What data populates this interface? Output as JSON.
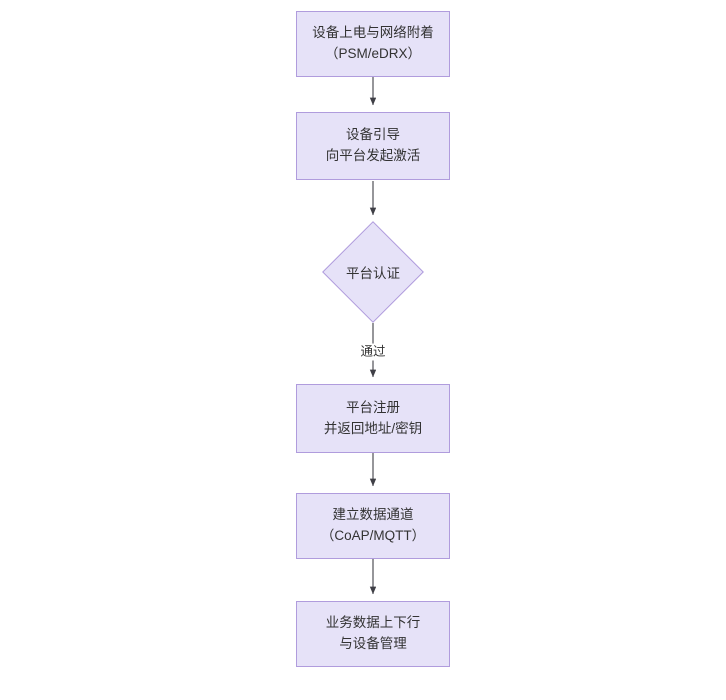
{
  "diagram": {
    "type": "flowchart",
    "orientation": "top-to-bottom",
    "background_color": "#ffffff",
    "node_fill_color": "#e6e2f8",
    "node_border_color": "#b09cdd",
    "text_color": "#333333",
    "edge_color": "#3f3f46",
    "nodes": [
      {
        "id": "n1",
        "shape": "rectangle",
        "lines": [
          "设备上电与网络附着",
          "（PSM/eDRX）"
        ]
      },
      {
        "id": "n2",
        "shape": "rectangle",
        "lines": [
          "设备引导",
          "向平台发起激活"
        ]
      },
      {
        "id": "n3",
        "shape": "diamond",
        "lines": [
          "平台认证"
        ]
      },
      {
        "id": "n4",
        "shape": "rectangle",
        "lines": [
          "平台注册",
          "并返回地址/密钥"
        ]
      },
      {
        "id": "n5",
        "shape": "rectangle",
        "lines": [
          "建立数据通道",
          "（CoAP/MQTT）"
        ]
      },
      {
        "id": "n6",
        "shape": "rectangle",
        "lines": [
          "业务数据上下行",
          "与设备管理"
        ]
      }
    ],
    "edges": [
      {
        "from": "n1",
        "to": "n2",
        "label": ""
      },
      {
        "from": "n2",
        "to": "n3",
        "label": ""
      },
      {
        "from": "n3",
        "to": "n4",
        "label": "通过"
      },
      {
        "from": "n4",
        "to": "n5",
        "label": ""
      },
      {
        "from": "n5",
        "to": "n6",
        "label": ""
      }
    ]
  }
}
